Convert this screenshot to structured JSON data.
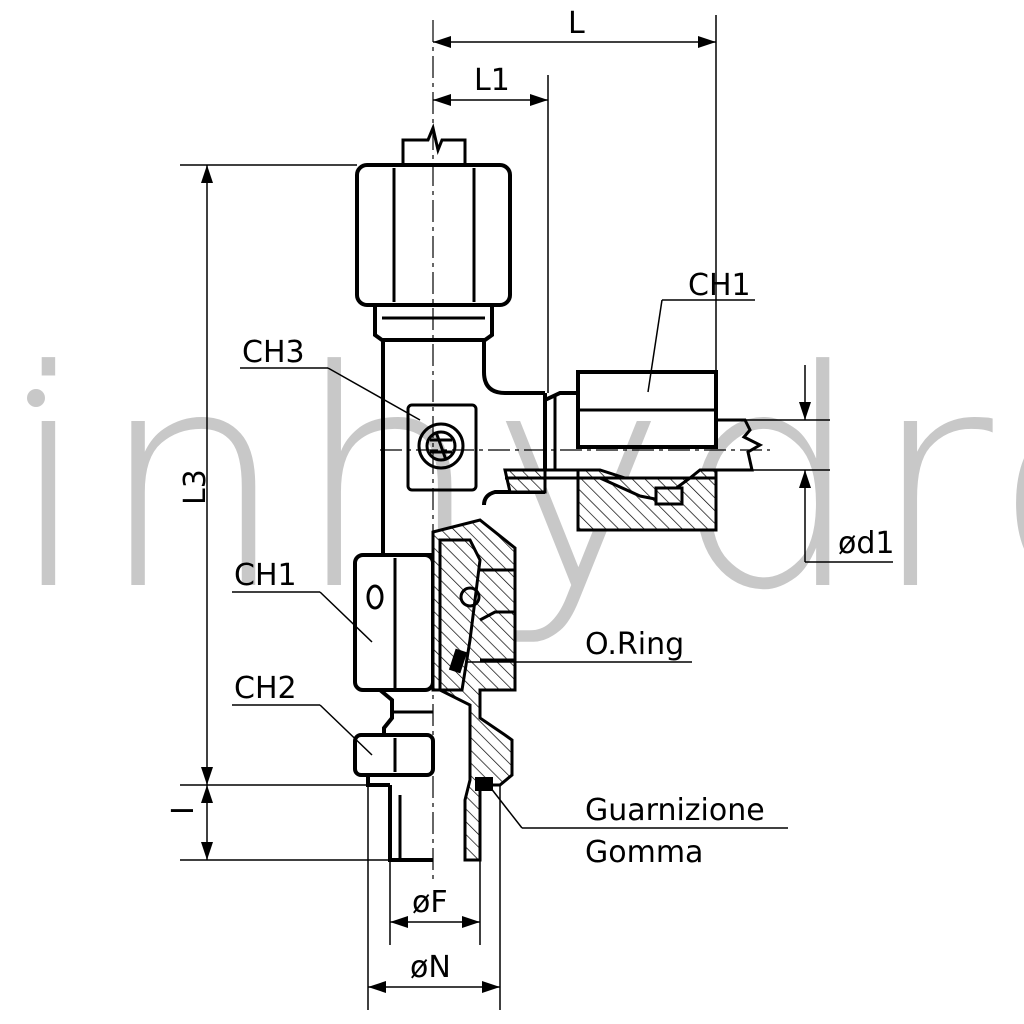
{
  "watermark": "inhydro",
  "labels": {
    "L": "L",
    "L1": "L1",
    "L3": "L3",
    "I": "I",
    "CH1_top": "CH1",
    "CH3": "CH3",
    "CH1_left": "CH1",
    "CH2": "CH2",
    "d1": "ød1",
    "oring": "O.Ring",
    "gasket_line1": "Guarnizione",
    "gasket_line2": "Gomma",
    "F": "øF",
    "N": "øN"
  }
}
